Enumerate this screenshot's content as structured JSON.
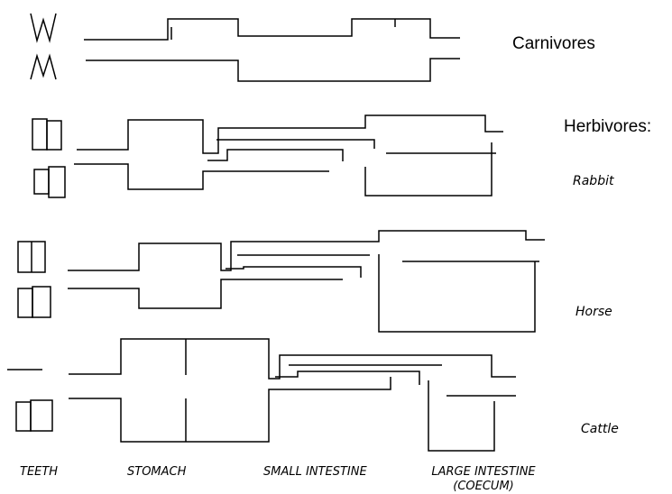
{
  "groups": {
    "carnivores": "Carnivores",
    "herbivores": "Herbivores:"
  },
  "animals": {
    "rabbit": "Rabbit",
    "horse": "Horse",
    "cattle": "Cattle"
  },
  "columns": {
    "teeth": "TEETH",
    "stomach": "STOMACH",
    "small_intestine": "SMALL INTESTINE",
    "large_intestine": "LARGE INTESTINE",
    "large_intestine_note": "(COECUM)"
  }
}
